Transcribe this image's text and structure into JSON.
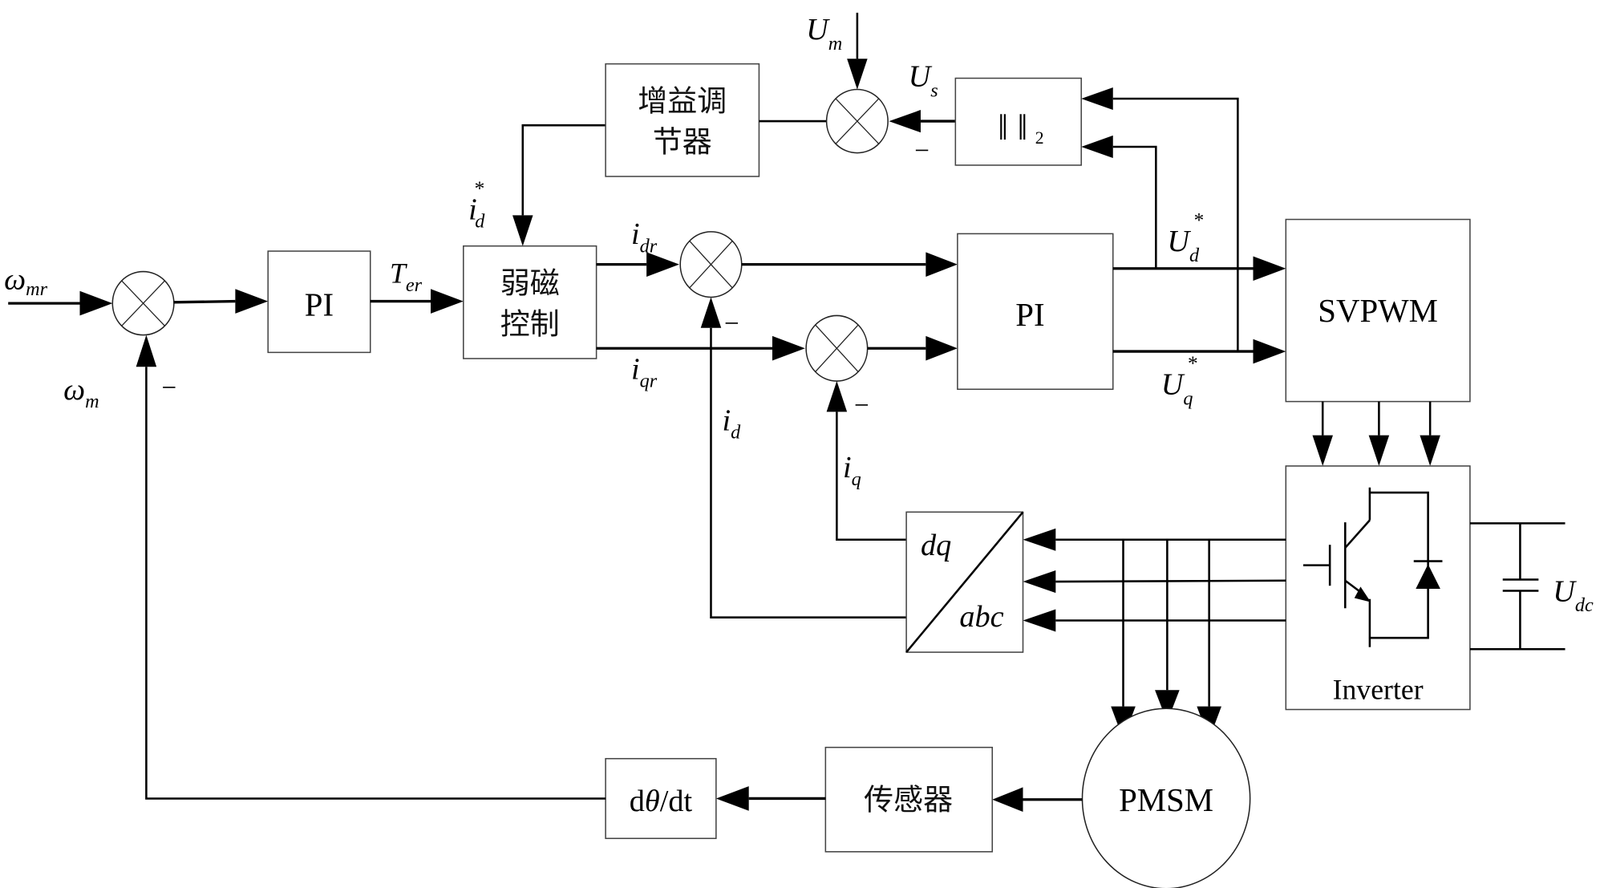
{
  "diagram": {
    "title": "PMSM field-weakening speed control block diagram",
    "blocks": {
      "pi_speed": "PI",
      "field_weakening": [
        "弱磁",
        "控制"
      ],
      "gain_adjuster": [
        "增益调",
        "节器"
      ],
      "norm": {
        "symbol": "‖ ‖",
        "sub": "2"
      },
      "pi_current": "PI",
      "svpwm": "SVPWM",
      "inverter": "Inverter",
      "dq_abc": {
        "top": "dq",
        "bottom": "abc"
      },
      "pmsm": "PMSM",
      "sensor": "传感器",
      "derivative": {
        "pre": "d",
        "theta": "θ",
        "post": "/dt"
      }
    },
    "signals": {
      "omega_mr": {
        "main": "ω",
        "sub": "mr"
      },
      "omega_m": {
        "main": "ω",
        "sub": "m"
      },
      "T_er": {
        "main": "T",
        "sub": "er"
      },
      "id_star": {
        "main": "i",
        "sub": "d",
        "sup": "*"
      },
      "i_dr": {
        "main": "i",
        "sub": "dr"
      },
      "i_qr": {
        "main": "i",
        "sub": "qr"
      },
      "i_d": {
        "main": "i",
        "sub": "d"
      },
      "i_q": {
        "main": "i",
        "sub": "q"
      },
      "U_m": {
        "main": "U",
        "sub": "m"
      },
      "U_s": {
        "main": "U",
        "sub": "s"
      },
      "Ud_star": {
        "main": "U",
        "sub": "d",
        "sup": "*"
      },
      "Uq_star": {
        "main": "U",
        "sub": "q",
        "sup": "*"
      },
      "U_dc": {
        "main": "U",
        "sub": "dc"
      }
    },
    "minus_sign": "−"
  }
}
